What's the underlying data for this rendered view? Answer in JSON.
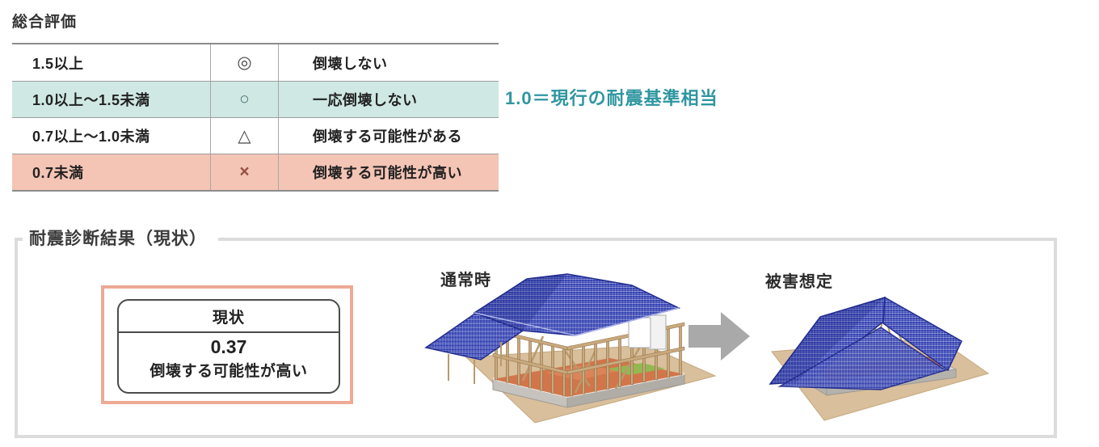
{
  "rating": {
    "title": "総合評価",
    "note": "1.0＝現行の耐震基準相当",
    "rows": [
      {
        "range": "1.5以上",
        "symbol": "◎",
        "label": "倒壊しない",
        "bg": "#ffffff",
        "symbol_color": "#4a4a4a"
      },
      {
        "range": "1.0以上～1.5未満",
        "symbol": "○",
        "label": "一応倒壊しない",
        "bg": "#cfe8e3",
        "symbol_color": "#4e6c74"
      },
      {
        "range": "0.7以上～1.0未満",
        "symbol": "△",
        "label": "倒壊する可能性がある",
        "bg": "#ffffff",
        "symbol_color": "#4a4a4a"
      },
      {
        "range": "0.7未満",
        "symbol": "×",
        "label": "倒壊する可能性が高い",
        "bg": "#f4c4b5",
        "symbol_color": "#97503e"
      }
    ]
  },
  "diagnosis": {
    "section_title": "耐震診断結果（現状）",
    "result_box": {
      "header": "現状",
      "score": "0.37",
      "verdict": "倒壊する可能性が高い"
    },
    "normal_label": "通常時",
    "damage_label": "被害想定"
  },
  "colors": {
    "accent_teal": "#2e96a0",
    "row_teal_bg": "#cfe8e3",
    "row_salmon_bg": "#f4c4b5",
    "result_border_salmon": "#edaa94",
    "section_border_gray": "#dcdcdc",
    "arrow_gray": "#a9a9a9",
    "roof_blue": "#3442b2",
    "wood_tan": "#c9a87c",
    "floor_orange": "#d3754a",
    "ground_beige": "#d9bf9b"
  }
}
